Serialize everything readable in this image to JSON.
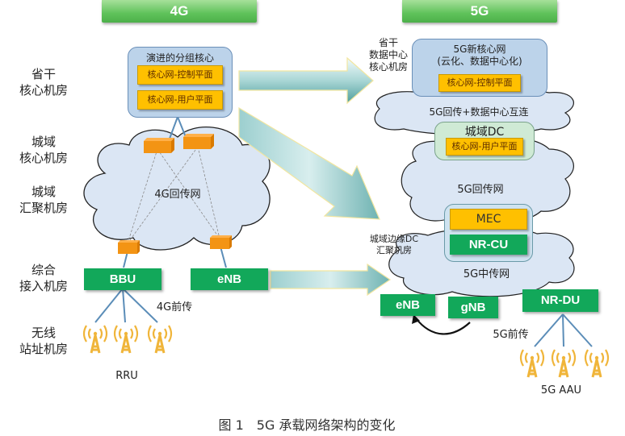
{
  "headers": {
    "left": "4G",
    "right": "5G"
  },
  "row_labels": {
    "provincial_core": [
      "省干",
      "核心机房"
    ],
    "metro_core": [
      "城域",
      "核心机房"
    ],
    "metro_agg": [
      "城域",
      "汇聚机房"
    ],
    "access": [
      "综合",
      "接入机房"
    ],
    "wireless": [
      "无线",
      "站址机房"
    ]
  },
  "left_4g": {
    "epc_title": "演进的分组核心",
    "epc_control": "核心网-控制平面",
    "epc_user": "核心网-用户平面",
    "backhaul": "4G回传网",
    "bbu": "BBU",
    "enb": "eNB",
    "fronthaul": "4G前传",
    "rru": "RRU"
  },
  "right_5g": {
    "dc_label": [
      "省干",
      "数据中心",
      "核心机房"
    ],
    "core_title": [
      "5G新核心网",
      "(云化、数据中心化)"
    ],
    "core_control": "核心网-控制平面",
    "interconnect": "5G回传+数据中心互连",
    "metro_dc": "城域DC",
    "metro_dc_user": "核心网-用户平面",
    "backhaul": "5G回传网",
    "edge_label": [
      "城域边缘DC",
      "汇聚机房"
    ],
    "mec": "MEC",
    "nr_cu": "NR-CU",
    "midhaul": "5G中传网",
    "enb": "eNB",
    "gnb": "gNB",
    "nr_du": "NR-DU",
    "fronthaul": "5G前传",
    "aau": "5G AAU"
  },
  "caption": "图 1　5G 承载网络架构的变化",
  "colors": {
    "header_green": "#5fc25a",
    "node_green": "#12a85a",
    "plane_orange": "#ffc000",
    "cloud_blue": "#dbe6f4",
    "arrow_teal": "#5fb2b0",
    "antenna_gold": "#f0b53a"
  }
}
